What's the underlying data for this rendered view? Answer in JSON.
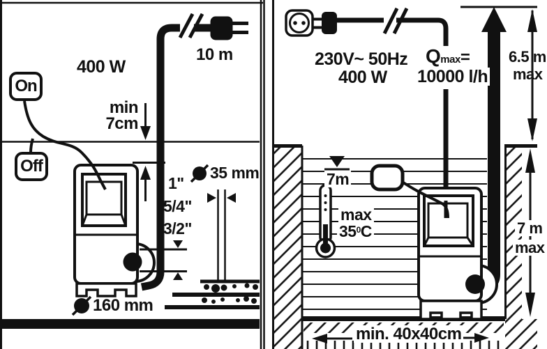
{
  "left_panel": {
    "power": "400 W",
    "cable_length": "10 m",
    "switch_on": "On",
    "switch_off": "Off",
    "min_label": "min",
    "min_value": "7cm",
    "hose_size_1": "1\"",
    "hose_size_2": "5/4\"",
    "hose_size_3": "3/2\"",
    "hose_diameter": "35 mm",
    "pump_diameter": "160 mm"
  },
  "right_panel": {
    "voltage_frequency": "230V~ 50Hz",
    "power": "400 W",
    "qmax_q": "Q",
    "qmax_sub": "max",
    "qmax_eq": "=",
    "qmax_value": "10000 l/h",
    "head_value": "6.5 m",
    "head_max": "max",
    "water_depth": "7m",
    "temp_max_label": "max",
    "temp_value": "35",
    "temp_deg": "0",
    "temp_unit": "C",
    "immersion_value": "7 m",
    "immersion_max": "max",
    "pit_size": "min. 40x40cm"
  },
  "colors": {
    "ink": "#111111",
    "background": "#ffffff"
  }
}
